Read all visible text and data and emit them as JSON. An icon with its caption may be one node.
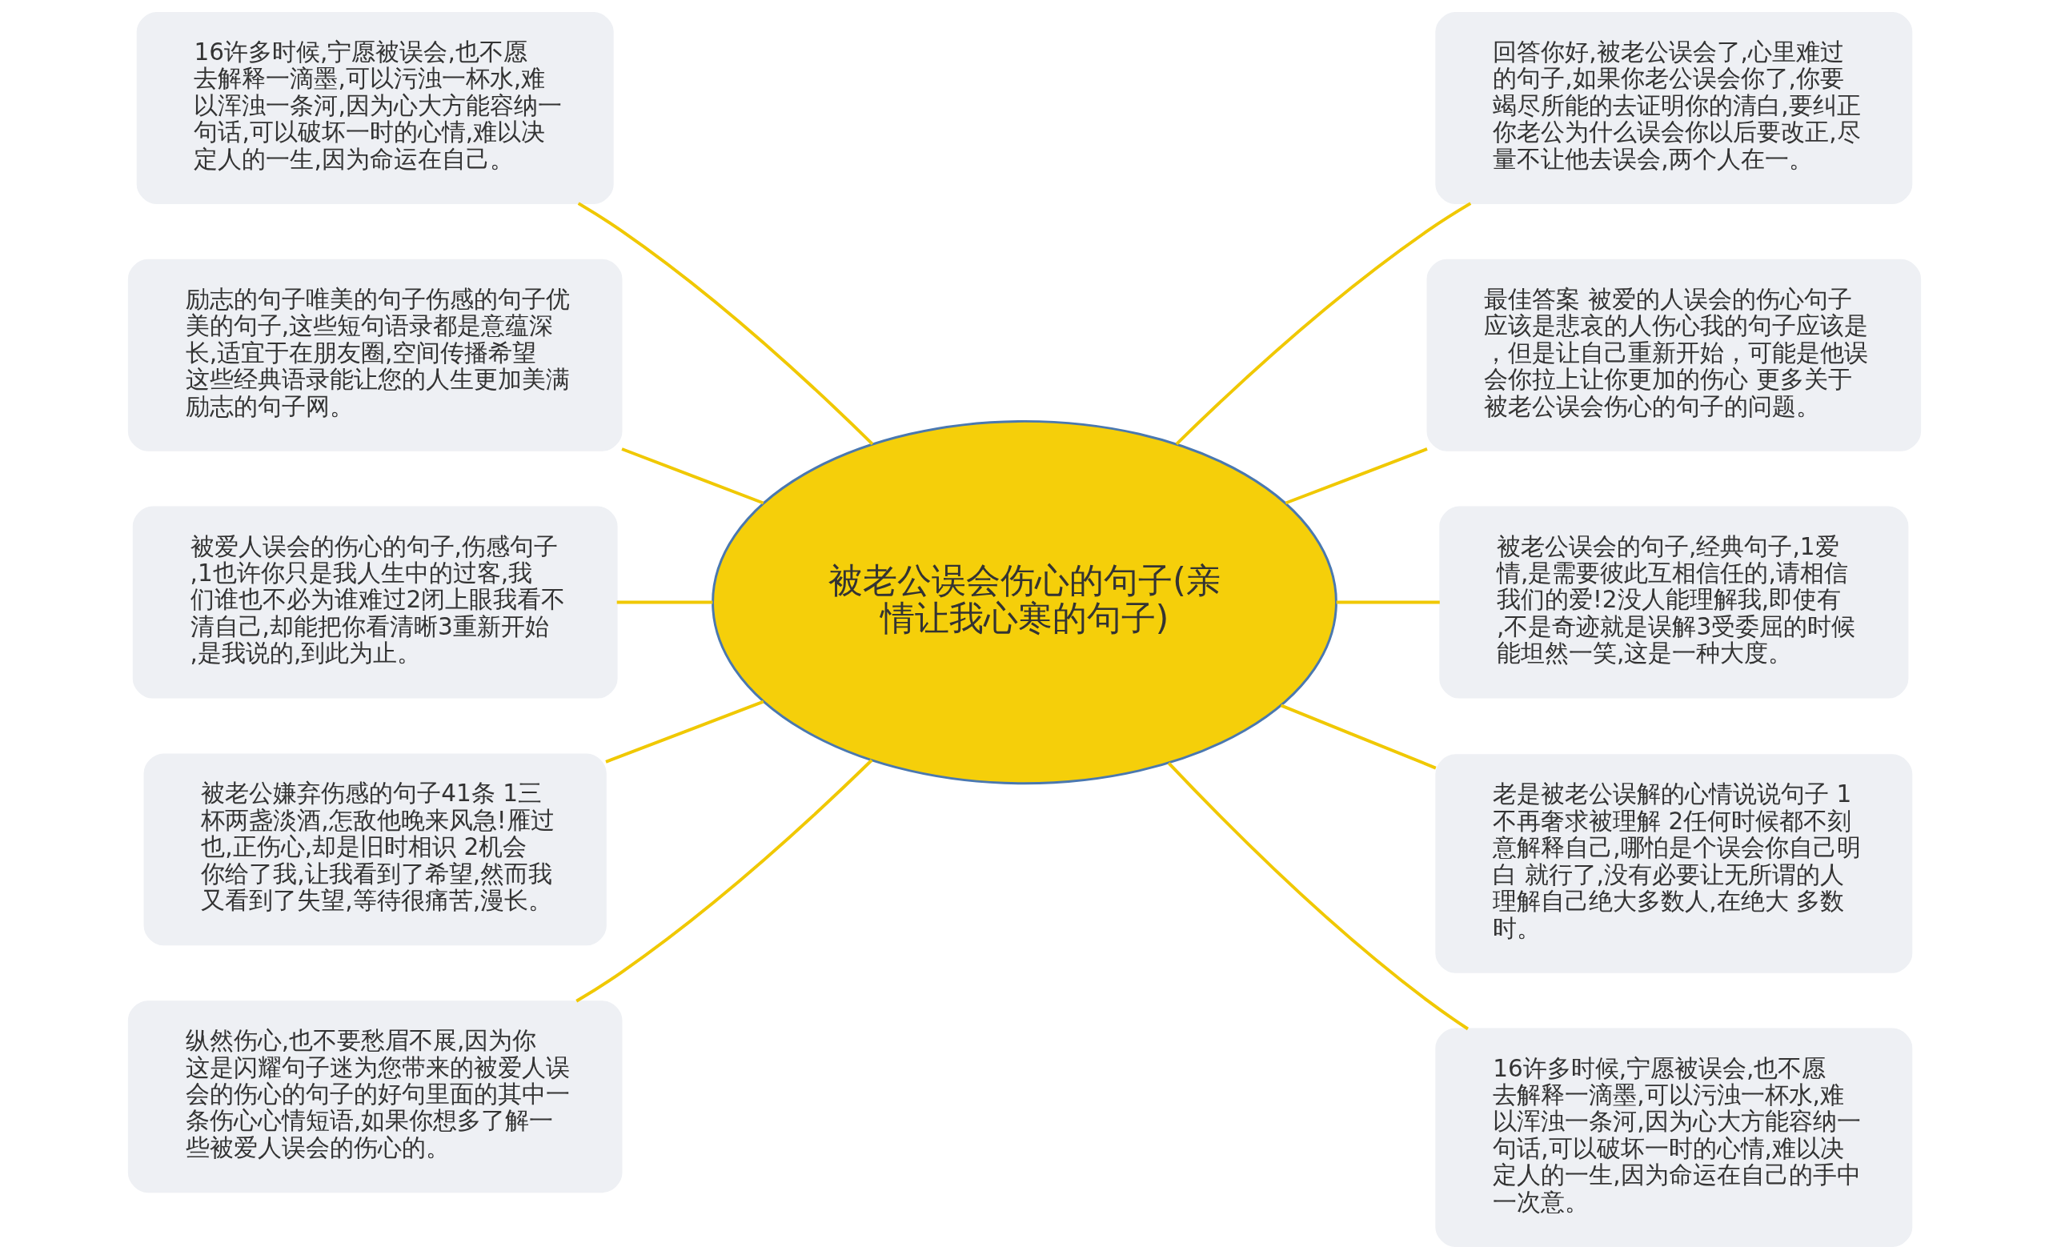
{
  "diagram": {
    "nodes": [
      {
        "text": [
          "被老公误会伤心的句子(亲情让我心寒的句子)"
        ]
      },
      {
        "text": [
          "16许多时候,宁愿被误会,也不愿去解释一滴墨,可以污浊一杯水,难以浑浊一条河,因为心大方能容纳一句话,可以破坏一时的心情,难以决定人的一生,因为命运在自己。"
        ]
      },
      {
        "text": [
          "励志的句子唯美的句子伤感的句子优美的句子,这些短句语录都是意蕴深长,适宜于在朋友圈,空间传播希望这些经典语录能让您的人生更加美满励志的句子网。"
        ]
      },
      {
        "text": [
          "被爱人误会的伤心的句子,伤感句子,1也许你只是我人生中的过客,我们谁也不必为谁难过2闭上眼我看不清自己,却能把你看清晰3重新开始,是我说的,到此为止。"
        ]
      },
      {
        "text": [
          "被老公嫌弃伤感的句子41条 1三杯两盏淡酒,怎敌他晚来风急!雁过也,正伤心,却是旧时相识 2机会你给了我,让我看到了希望,然而我又看到了失望,等待很痛苦,漫长。"
        ]
      },
      {
        "text": [
          "纵然伤心,也不要愁眉不展,因为你这是闪耀句子迷为您带来的被爱人误会的伤心的句子的好句里面的其中一条伤心心情短语,如果你想多了解一些被爱人误会的伤心的。"
        ]
      },
      {
        "text": [
          "回答你好,被老公误会了,心里难过的句子,如果你老公误会你了,你要竭尽所能的去证明你的清白,要纠正你老公为什么误会你以后要改正,尽量不让他去误会,两个人在一。"
        ]
      },
      {
        "text": [
          "最佳答案 被爱的人误会的伤心句子应该是悲哀的人伤心我的句子应该是，但是让自己重新开始，可能是他误会你拉上让你更加的伤心 更多关于被老公误会伤心的句子的问题。"
        ]
      },
      {
        "text": [
          "被老公误会的句子,经典句子,1爱情,是需要彼此互相信任的,请相信我们的爱!2没人能理解我,即使有,不是奇迹就是误解3受委屈的时候能坦然一笑,这是一种大度。"
        ]
      },
      {
        "text": [
          "老是被老公误解的心情说说句子 1不再奢求被理解 2任何时候都不刻意解释自己,哪怕是个误会你自己明白 就行了,没有必要让无所谓的人理解自己绝大多数人,在绝大 多数时。"
        ]
      },
      {
        "text": [
          "16许多时候,宁愿被误会,也不愿去解释一滴墨,可以污浊一杯水,难以浑浊一条河,因为心大方能容纳一句话,可以破坏一时的心情,难以决定人的一生,因为命运在自己的手中一次意。"
        ]
      }
    ],
    "edges": [
      {
        "from": 1,
        "to": 0,
        "arrow": "none"
      },
      {
        "from": 2,
        "to": 0,
        "arrow": "none"
      },
      {
        "from": 3,
        "to": 0,
        "arrow": "none"
      },
      {
        "from": 4,
        "to": 0,
        "arrow": "none"
      },
      {
        "from": 5,
        "to": 0,
        "arrow": "none"
      },
      {
        "from": 0,
        "to": 6,
        "arrow": "none"
      },
      {
        "from": 0,
        "to": 7,
        "arrow": "none"
      },
      {
        "from": 0,
        "to": 8,
        "arrow": "none"
      },
      {
        "from": 0,
        "to": 9,
        "arrow": "none"
      },
      {
        "from": 0,
        "to": 10,
        "arrow": "none"
      }
    ]
  }
}
